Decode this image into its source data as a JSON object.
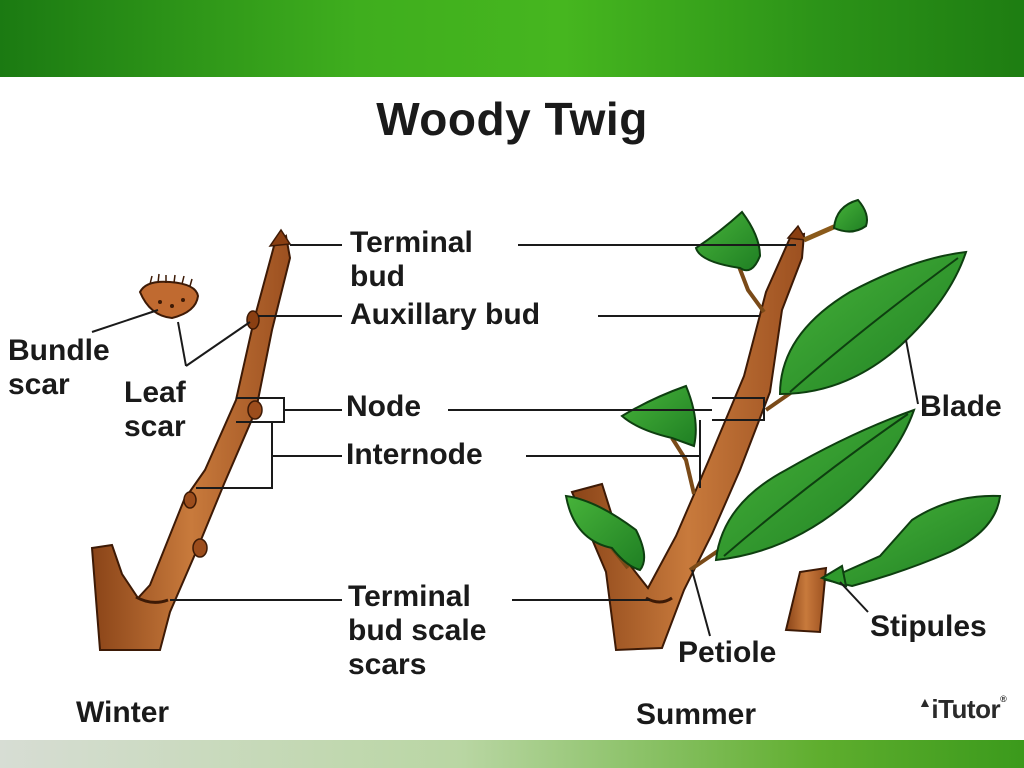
{
  "title": "Woody Twig",
  "labels": {
    "terminal_bud": "Terminal\nbud",
    "auxillary_bud": "Auxillary bud",
    "node": "Node",
    "internode": "Internode",
    "terminal_bud_scale_scars": "Terminal\nbud scale\nscars",
    "bundle_scar": "Bundle\nscar",
    "leaf_scar": "Leaf\nscar",
    "blade": "Blade",
    "stipules": "Stipules",
    "petiole": "Petiole"
  },
  "captions": {
    "winter": "Winter",
    "summer": "Summer"
  },
  "brand": {
    "name": "iTutor",
    "mark": "®"
  },
  "colors": {
    "header_green": "#3fae1e",
    "twig_brown": "#b8652c",
    "leaf_green": "#2f9a2c"
  }
}
